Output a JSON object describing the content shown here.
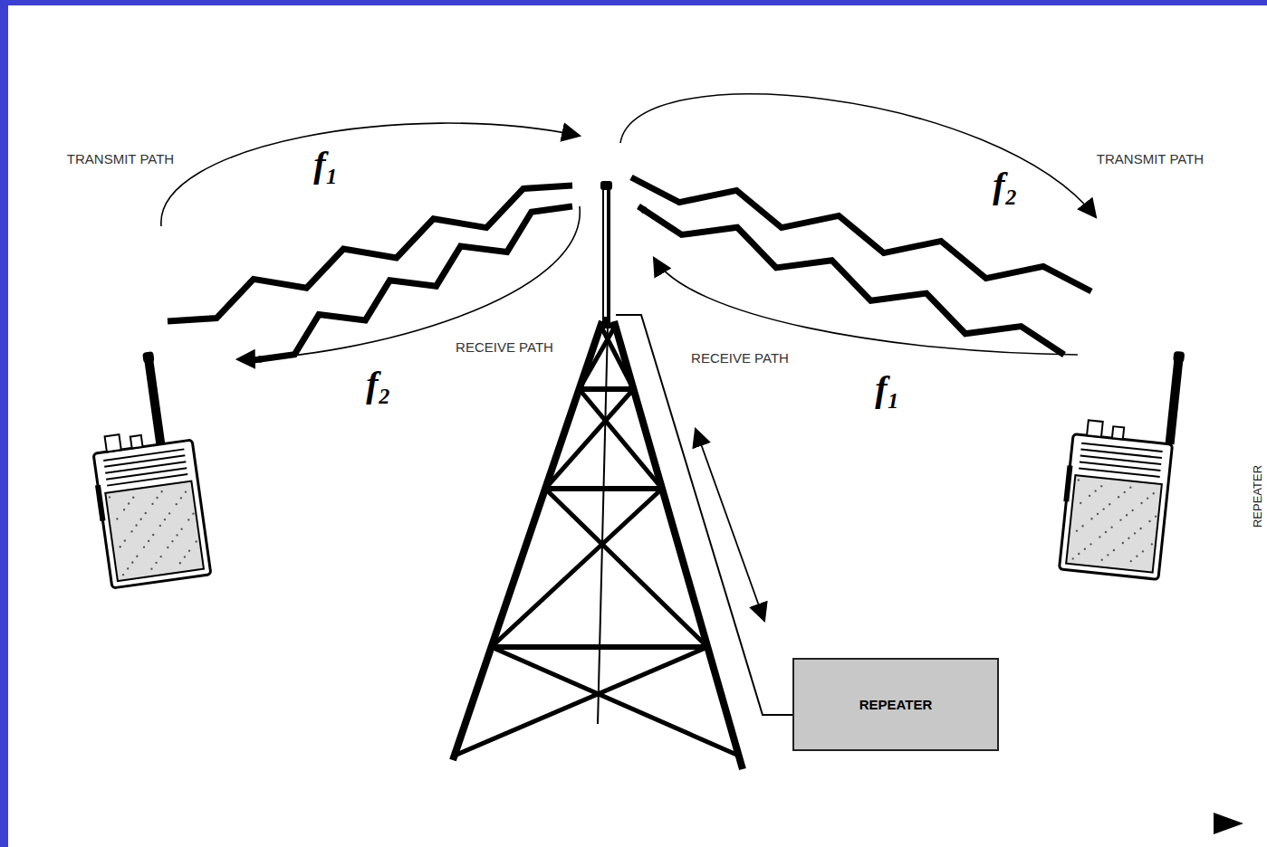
{
  "diagram": {
    "nodes": [
      {
        "text": [
          "REPEATER"
        ]
      }
    ],
    "labels": [
      "TRANSMIT PATH",
      "f₁",
      "f₂",
      "TRANSMIT PATH",
      "RECEIVE PATH",
      "RECEIVE PATH",
      "f₂",
      "f₁",
      "REPEATER"
    ]
  }
}
